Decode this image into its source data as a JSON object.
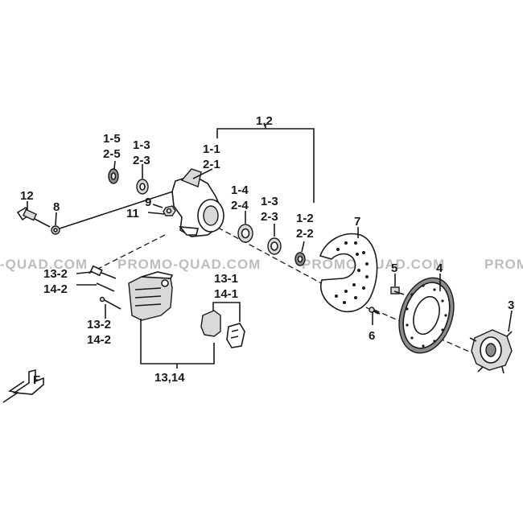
{
  "watermark": {
    "text_1": "PROMO-QUAD.COM",
    "text_2": "PROMO-QUAD.COM",
    "text_3": "-QUAD.COM",
    "text_4": "PROMO-"
  },
  "callouts": {
    "c_1_2_group": "1,2",
    "c_1_1": "1-1",
    "c_2_1": "2-1",
    "c_1_5": "1-5",
    "c_2_5": "2-5",
    "c_1_3a": "1-3",
    "c_2_3a": "2-3",
    "c_1_4": "1-4",
    "c_2_4": "2-4",
    "c_1_3b": "1-3",
    "c_2_3b": "2-3",
    "c_1_2": "1-2",
    "c_2_2": "2-2",
    "c_12": "12",
    "c_8": "8",
    "c_9": "9",
    "c_11": "11",
    "c_7": "7",
    "c_5": "5",
    "c_4": "4",
    "c_3": "3",
    "c_6": "6",
    "c_13_2a": "13-2",
    "c_14_2a": "14-2",
    "c_13_2b": "13-2",
    "c_14_2b": "14-2",
    "c_13_1": "13-1",
    "c_14_1": "14-1",
    "c_13_14": "13,14"
  },
  "front_marker": {
    "letter": "F",
    "icon": "front-direction-arrow-icon"
  },
  "colors": {
    "ink": "#1a1a1a",
    "watermark": "#bdbdbd",
    "background": "#ffffff"
  }
}
